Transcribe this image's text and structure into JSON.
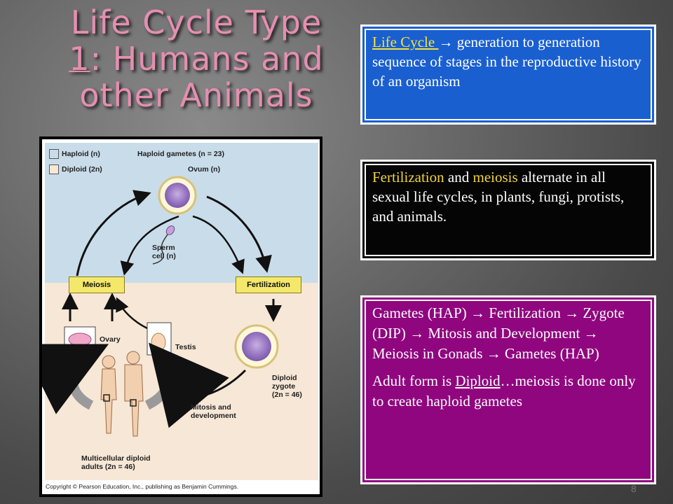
{
  "title": {
    "line1": "Life Cycle Type",
    "line2_num": "1",
    "line2_rest": ": Humans and",
    "line3": "other Animals",
    "color": "#e58fb0"
  },
  "box_definition": {
    "term": "Life Cycle ",
    "arrow": "→",
    "text": "generation to generation sequence of stages in the reproductive history of an organism",
    "bg_color": "#1a5fd0"
  },
  "box_fertilization": {
    "term1": "Fertilization",
    "and": " and ",
    "term2": "meiosis",
    "text": "alternate in all sexual life cycles, in plants, fungi, protists, and animals.",
    "bg_color": "#050505"
  },
  "box_sequence": {
    "sequence": "Gametes (HAP) → Fertilization → Zygote (DIP) → Mitosis and Development → Meiosis in Gonads → Gametes (HAP)",
    "adult_prefix": "Adult form is ",
    "adult_term": "Diploid",
    "adult_suffix": "…meiosis is done only to create haploid gametes",
    "bg_color": "#90067f"
  },
  "diagram": {
    "legend_haploid": "Haploid (n)",
    "legend_diploid": "Diploid (2n)",
    "haploid_gametes": "Haploid gametes (n = 23)",
    "ovum": "Ovum (n)",
    "sperm_line1": "Sperm",
    "sperm_line2": "cell (n)",
    "meiosis": "Meiosis",
    "fertilization": "Fertilization",
    "ovary": "Ovary",
    "testis": "Testis",
    "zygote_line1": "Diploid",
    "zygote_line2": "zygote",
    "zygote_line3": "(2n = 46)",
    "mitosis_line1": "Mitosis and",
    "mitosis_line2": "development",
    "adults_line1": "Multicellular diploid",
    "adults_line2": "adults (2n = 46)",
    "copyright": "Copyright © Pearson Education, Inc., publishing as Benjamin Cummings.",
    "haploid_color": "#c9dcea",
    "diploid_color": "#f6e7d6"
  },
  "page_number": "8"
}
